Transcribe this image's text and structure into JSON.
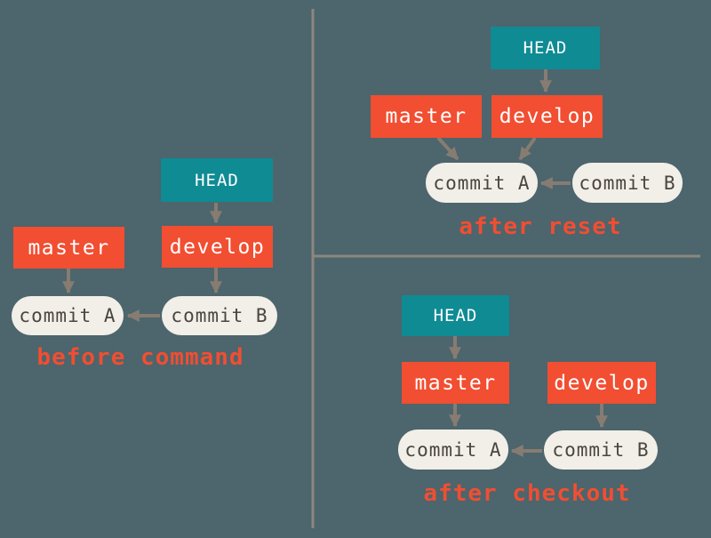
{
  "labels": {
    "head": "HEAD",
    "master": "master",
    "develop": "develop",
    "commit_a": "commit A",
    "commit_b": "commit B"
  },
  "panels": {
    "before_command": {
      "caption": "before command"
    },
    "after_reset": {
      "caption": "after reset"
    },
    "after_checkout": {
      "caption": "after checkout"
    }
  },
  "colors": {
    "background": "#4d656c",
    "head_box": "#0f8b94",
    "branch_box": "#f14e32",
    "commit_node": "#f1efe8",
    "commit_text": "#4a453f",
    "box_label_text": "#ffffff",
    "arrow": "#877c72",
    "divider": "#8c8680",
    "caption_text": "#f04e32"
  }
}
